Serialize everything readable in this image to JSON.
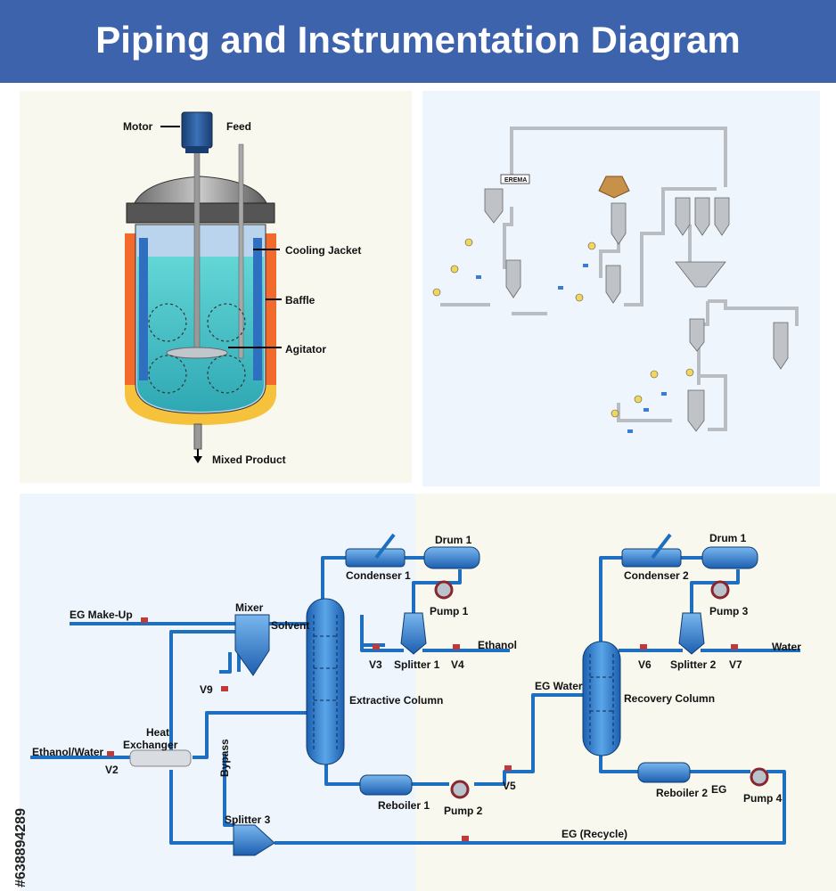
{
  "title": "Piping and Instrumentation Diagram",
  "reactor": {
    "motor": "Motor",
    "feed": "Feed",
    "cooling_jacket": "Cooling Jacket",
    "baffle": "Baffle",
    "agitator": "Agitator",
    "mixed_product": "Mixed Product"
  },
  "erema": {
    "label": "EREMA"
  },
  "process": {
    "eg_makeup": "EG Make-Up",
    "mixer": "Mixer",
    "solvent": "Solvent",
    "condenser1": "Condenser 1",
    "drum1_a": "Drum 1",
    "pump1": "Pump 1",
    "splitter1": "Splitter 1",
    "ethanol": "Ethanol",
    "v3": "V3",
    "v4": "V4",
    "v9": "V9",
    "extractive_column": "Extractive Column",
    "heat": "Heat",
    "exchanger": "Exchanger",
    "ethanol_water": "Ethanol/Water",
    "v2": "V2",
    "bypass": "Bypass",
    "reboiler1": "Reboiler 1",
    "pump2": "Pump 2",
    "v5": "V5",
    "splitter3": "Splitter 3",
    "eg_recycle": "EG (Recycle)",
    "eg_water": "EG Water",
    "recovery_column": "Recovery Column",
    "condenser2": "Condenser 2",
    "drum1_b": "Drum 1",
    "pump3": "Pump 3",
    "splitter2": "Splitter 2",
    "water": "Water",
    "v6": "V6",
    "v7": "V7",
    "reboiler2": "Reboiler 2",
    "eg": "EG",
    "pump4": "Pump 4"
  },
  "stock_id": "#638894289",
  "colors": {
    "header": "#3d63ad",
    "pipe": "#1f6fc0",
    "fluid": "#4cc3c3",
    "jacket": "#f26a2c"
  }
}
